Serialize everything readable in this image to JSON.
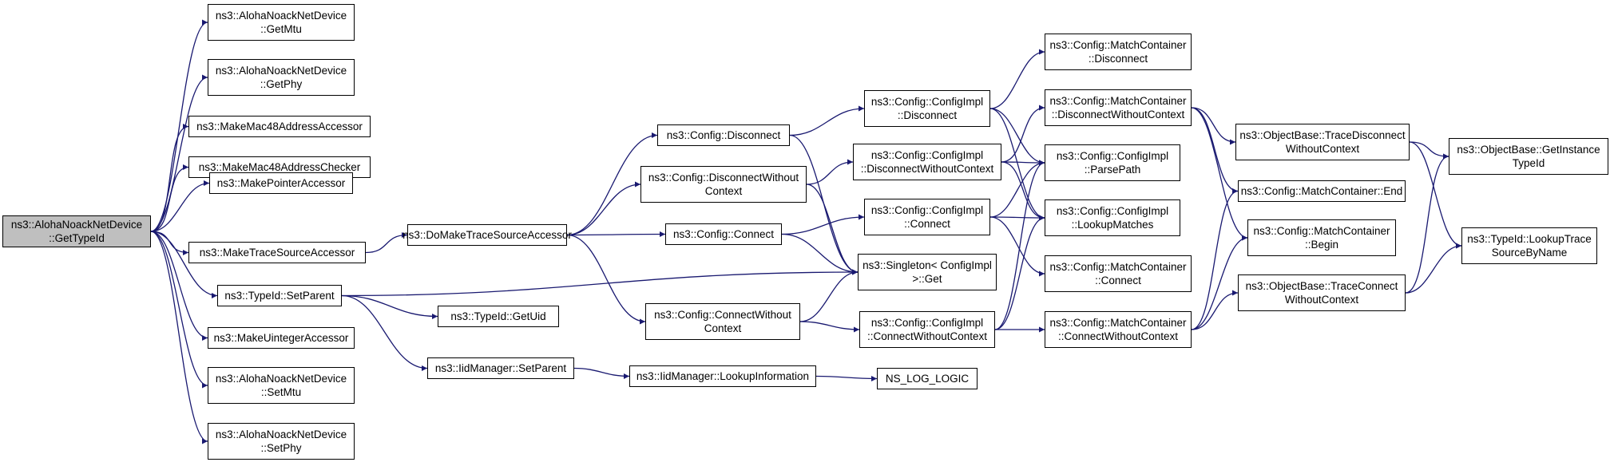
{
  "colors": {
    "edge": "#191970",
    "root_fill": "#bfbfbf",
    "node_fill": "#ffffff",
    "border": "#000000"
  },
  "nodes": [
    {
      "id": "n0",
      "label": "ns3::AlohaNoackNetDevice\n::GetTypeId"
    },
    {
      "id": "n1",
      "label": "ns3::AlohaNoackNetDevice\n::GetMtu"
    },
    {
      "id": "n2",
      "label": "ns3::AlohaNoackNetDevice\n::GetPhy"
    },
    {
      "id": "n3",
      "label": "ns3::MakeMac48AddressAccessor"
    },
    {
      "id": "n4",
      "label": "ns3::MakeMac48AddressChecker"
    },
    {
      "id": "n5",
      "label": "ns3::MakePointerAccessor"
    },
    {
      "id": "n6",
      "label": "ns3::MakeTraceSourceAccessor"
    },
    {
      "id": "n7",
      "label": "ns3::TypeId::SetParent"
    },
    {
      "id": "n8",
      "label": "ns3::MakeUintegerAccessor"
    },
    {
      "id": "n9",
      "label": "ns3::AlohaNoackNetDevice\n::SetMtu"
    },
    {
      "id": "n10",
      "label": "ns3::AlohaNoackNetDevice\n::SetPhy"
    },
    {
      "id": "n11",
      "label": "ns3::DoMakeTraceSourceAccessor"
    },
    {
      "id": "n12",
      "label": "ns3::TypeId::GetUid"
    },
    {
      "id": "n13",
      "label": "ns3::IidManager::SetParent"
    },
    {
      "id": "n14",
      "label": "ns3::Config::Disconnect"
    },
    {
      "id": "n15",
      "label": "ns3::Config::DisconnectWithout\nContext"
    },
    {
      "id": "n16",
      "label": "ns3::Config::Connect"
    },
    {
      "id": "n17",
      "label": "ns3::Config::ConnectWithout\nContext"
    },
    {
      "id": "n18",
      "label": "ns3::IidManager::LookupInformation"
    },
    {
      "id": "n19",
      "label": "ns3::Config::ConfigImpl\n::Disconnect"
    },
    {
      "id": "n20",
      "label": "ns3::Config::ConfigImpl\n::DisconnectWithoutContext"
    },
    {
      "id": "n21",
      "label": "ns3::Config::ConfigImpl\n::Connect"
    },
    {
      "id": "n22",
      "label": "ns3::Singleton< ConfigImpl\n >::Get"
    },
    {
      "id": "n23",
      "label": "ns3::Config::ConfigImpl\n::ConnectWithoutContext"
    },
    {
      "id": "n24",
      "label": "NS_LOG_LOGIC"
    },
    {
      "id": "n25",
      "label": "ns3::Config::MatchContainer\n::Disconnect"
    },
    {
      "id": "n26",
      "label": "ns3::Config::MatchContainer\n::DisconnectWithoutContext"
    },
    {
      "id": "n27",
      "label": "ns3::Config::ConfigImpl\n::ParsePath"
    },
    {
      "id": "n28",
      "label": "ns3::Config::ConfigImpl\n::LookupMatches"
    },
    {
      "id": "n29",
      "label": "ns3::Config::MatchContainer\n::Connect"
    },
    {
      "id": "n30",
      "label": "ns3::Config::MatchContainer\n::ConnectWithoutContext"
    },
    {
      "id": "n31",
      "label": "ns3::ObjectBase::TraceDisconnect\nWithoutContext"
    },
    {
      "id": "n32",
      "label": "ns3::Config::MatchContainer::End"
    },
    {
      "id": "n33",
      "label": "ns3::Config::MatchContainer\n::Begin"
    },
    {
      "id": "n34",
      "label": "ns3::ObjectBase::TraceConnect\nWithoutContext"
    },
    {
      "id": "n35",
      "label": "ns3::ObjectBase::GetInstance\nTypeId"
    },
    {
      "id": "n36",
      "label": "ns3::TypeId::LookupTrace\nSourceByName"
    }
  ],
  "edges": [
    [
      "n0",
      "n1"
    ],
    [
      "n0",
      "n2"
    ],
    [
      "n0",
      "n3"
    ],
    [
      "n0",
      "n4"
    ],
    [
      "n0",
      "n5"
    ],
    [
      "n0",
      "n6"
    ],
    [
      "n0",
      "n7"
    ],
    [
      "n0",
      "n8"
    ],
    [
      "n0",
      "n9"
    ],
    [
      "n0",
      "n10"
    ],
    [
      "n6",
      "n11"
    ],
    [
      "n7",
      "n22"
    ],
    [
      "n7",
      "n12"
    ],
    [
      "n7",
      "n13"
    ],
    [
      "n11",
      "n14"
    ],
    [
      "n11",
      "n15"
    ],
    [
      "n11",
      "n16"
    ],
    [
      "n11",
      "n17"
    ],
    [
      "n13",
      "n18"
    ],
    [
      "n18",
      "n24"
    ],
    [
      "n14",
      "n19"
    ],
    [
      "n14",
      "n22"
    ],
    [
      "n15",
      "n20"
    ],
    [
      "n15",
      "n22"
    ],
    [
      "n16",
      "n21"
    ],
    [
      "n16",
      "n22"
    ],
    [
      "n17",
      "n22"
    ],
    [
      "n17",
      "n23"
    ],
    [
      "n19",
      "n25"
    ],
    [
      "n19",
      "n27"
    ],
    [
      "n19",
      "n28"
    ],
    [
      "n20",
      "n26"
    ],
    [
      "n20",
      "n27"
    ],
    [
      "n20",
      "n28"
    ],
    [
      "n21",
      "n27"
    ],
    [
      "n21",
      "n28"
    ],
    [
      "n21",
      "n29"
    ],
    [
      "n23",
      "n27"
    ],
    [
      "n23",
      "n28"
    ],
    [
      "n23",
      "n30"
    ],
    [
      "n26",
      "n31"
    ],
    [
      "n26",
      "n32"
    ],
    [
      "n26",
      "n33"
    ],
    [
      "n30",
      "n32"
    ],
    [
      "n30",
      "n33"
    ],
    [
      "n30",
      "n34"
    ],
    [
      "n31",
      "n35"
    ],
    [
      "n31",
      "n36"
    ],
    [
      "n34",
      "n35"
    ],
    [
      "n34",
      "n36"
    ]
  ]
}
